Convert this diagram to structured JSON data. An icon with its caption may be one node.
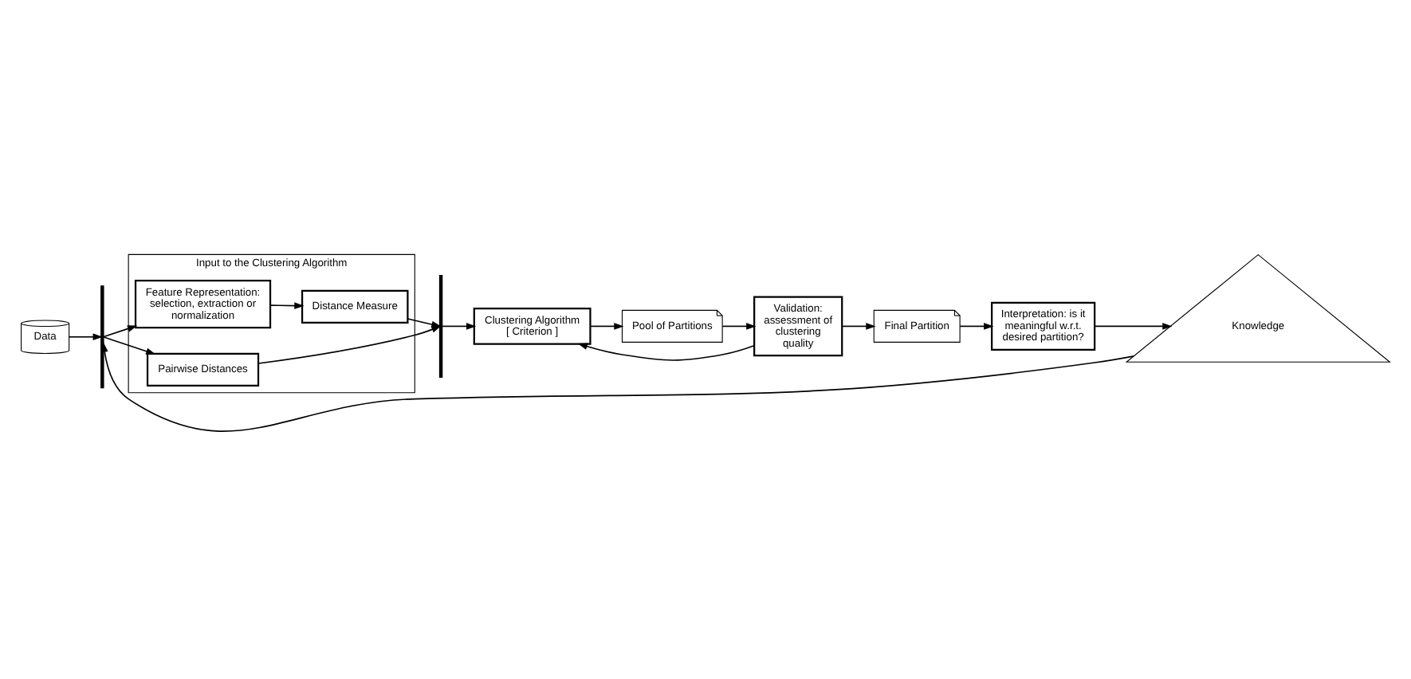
{
  "diagram": {
    "nodes": [
      {
        "text": [
          "Input to the Clustering Algorithm"
        ]
      },
      {
        "text": [
          "Data"
        ]
      },
      {
        "text": [],
        "shape": "bar"
      },
      {
        "text": [
          "Feature Representation: selection, extraction or normalization"
        ],
        "in": 0
      },
      {
        "text": [
          "Distance Measure"
        ],
        "in": 0
      },
      {
        "text": [
          "Pairwise Distances"
        ],
        "in": 0
      },
      {
        "text": [],
        "shape": "bar"
      },
      {
        "text": [
          "Clustering Algorithm [ Criterion ]"
        ]
      },
      {
        "text": [
          "Pool of Partitions"
        ]
      },
      {
        "text": [
          "Validation: assessment of clustering quality"
        ]
      },
      {
        "text": [
          "Final Partition"
        ]
      },
      {
        "text": [
          "Interpretation: is it meaningful w.r.t. desired partition?"
        ]
      },
      {
        "text": [
          "Knowledge"
        ]
      }
    ],
    "edges": [
      {
        "from": 1,
        "to": 2,
        "arrow": "to"
      },
      {
        "from": 2,
        "to": 3,
        "arrow": "to"
      },
      {
        "from": 2,
        "to": 5,
        "arrow": "to"
      },
      {
        "from": 3,
        "to": 4,
        "arrow": "to"
      },
      {
        "from": 4,
        "to": 6,
        "arrow": "to"
      },
      {
        "from": 5,
        "to": 6,
        "arrow": "to"
      },
      {
        "from": 6,
        "to": 7,
        "arrow": "to"
      },
      {
        "from": 7,
        "to": 8,
        "arrow": "to"
      },
      {
        "from": 8,
        "to": 9,
        "arrow": "to"
      },
      {
        "from": 9,
        "to": 7,
        "arrow": "to"
      },
      {
        "from": 9,
        "to": 10,
        "arrow": "to"
      },
      {
        "from": 10,
        "to": 11,
        "arrow": "to"
      },
      {
        "from": 11,
        "to": 12,
        "arrow": "to"
      },
      {
        "from": 12,
        "to": 2,
        "arrow": "to"
      }
    ]
  }
}
